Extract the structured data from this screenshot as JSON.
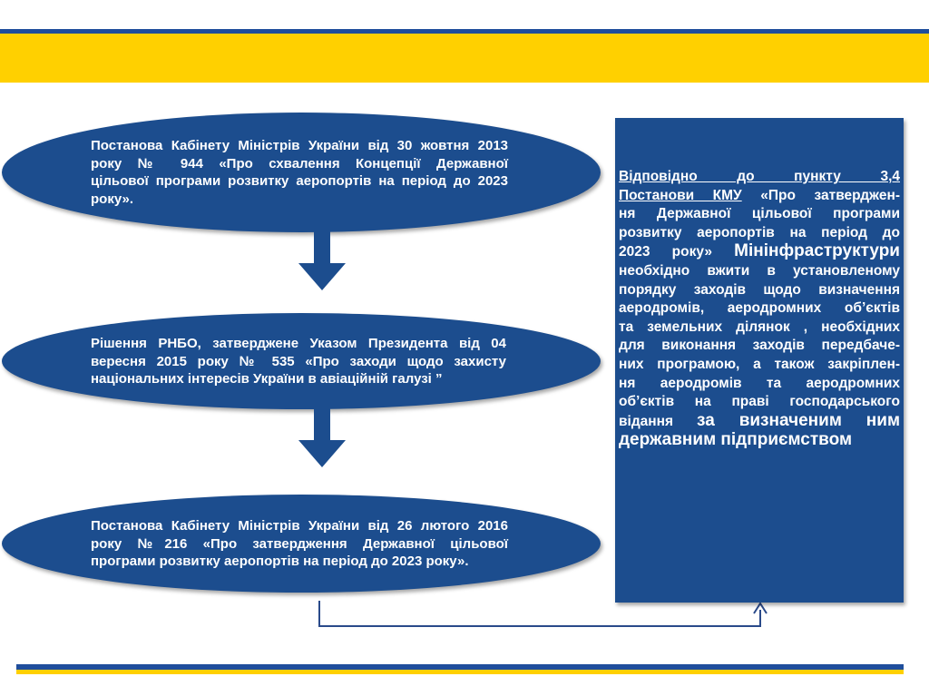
{
  "nodes": [
    {
      "lines": [
        "Постанова Кабінету Міністрів України від 30 жовтня 2013",
        "року № 944 «Про схвалення Концепції Державної",
        "цільової програми розвитку аеропортів на період до 2023",
        "року»."
      ]
    },
    {
      "lines": [
        "Рішення РНБО, затверджене Указом Президента від 04",
        "вересня 2015 року № 535 «Про заходи щодо захисту",
        "національних інтересів України в авіаційній галузі ”"
      ]
    },
    {
      "lines": [
        "Постанова Кабінету Міністрів України від 26 лютого 2016",
        "року №216 «Про затвердження Державної цільової",
        "програми розвитку аеропортів на період до 2023 року»."
      ]
    }
  ],
  "right_box": {
    "l1_u": "Відповідно до пункту 3,4",
    "l2_u": "Постанови КМУ",
    "l2_rest": " «Про затверджен-",
    "l3": "ня Державної цільової програми",
    "l4": "розвитку аеропортів на період до",
    "l5_a": "2023 року» ",
    "l5_big": "Мінінфраструктури",
    "l6": "необхідно вжити в установленому",
    "l7": "порядку заходів щодо визначення",
    "l8": "аеродромів, аеродромних об’єктів",
    "l9": "та земельних ділянок , необхідних",
    "l10": "для виконання заходів передбаче-",
    "l11": "них програмою, а також закріплен-",
    "l12": "ня аеродромів та аеродромних",
    "l13": "об’єктів на праві господарського",
    "l14_a": "відання ",
    "l14_big": "за визначеним ним",
    "l15_big": "державним підприємством"
  },
  "colors": {
    "node_fill": "#1c4d8e",
    "band_yellow": "#ffd000",
    "band_blue": "#1f4e9c",
    "connector": "#2a4a8a"
  }
}
